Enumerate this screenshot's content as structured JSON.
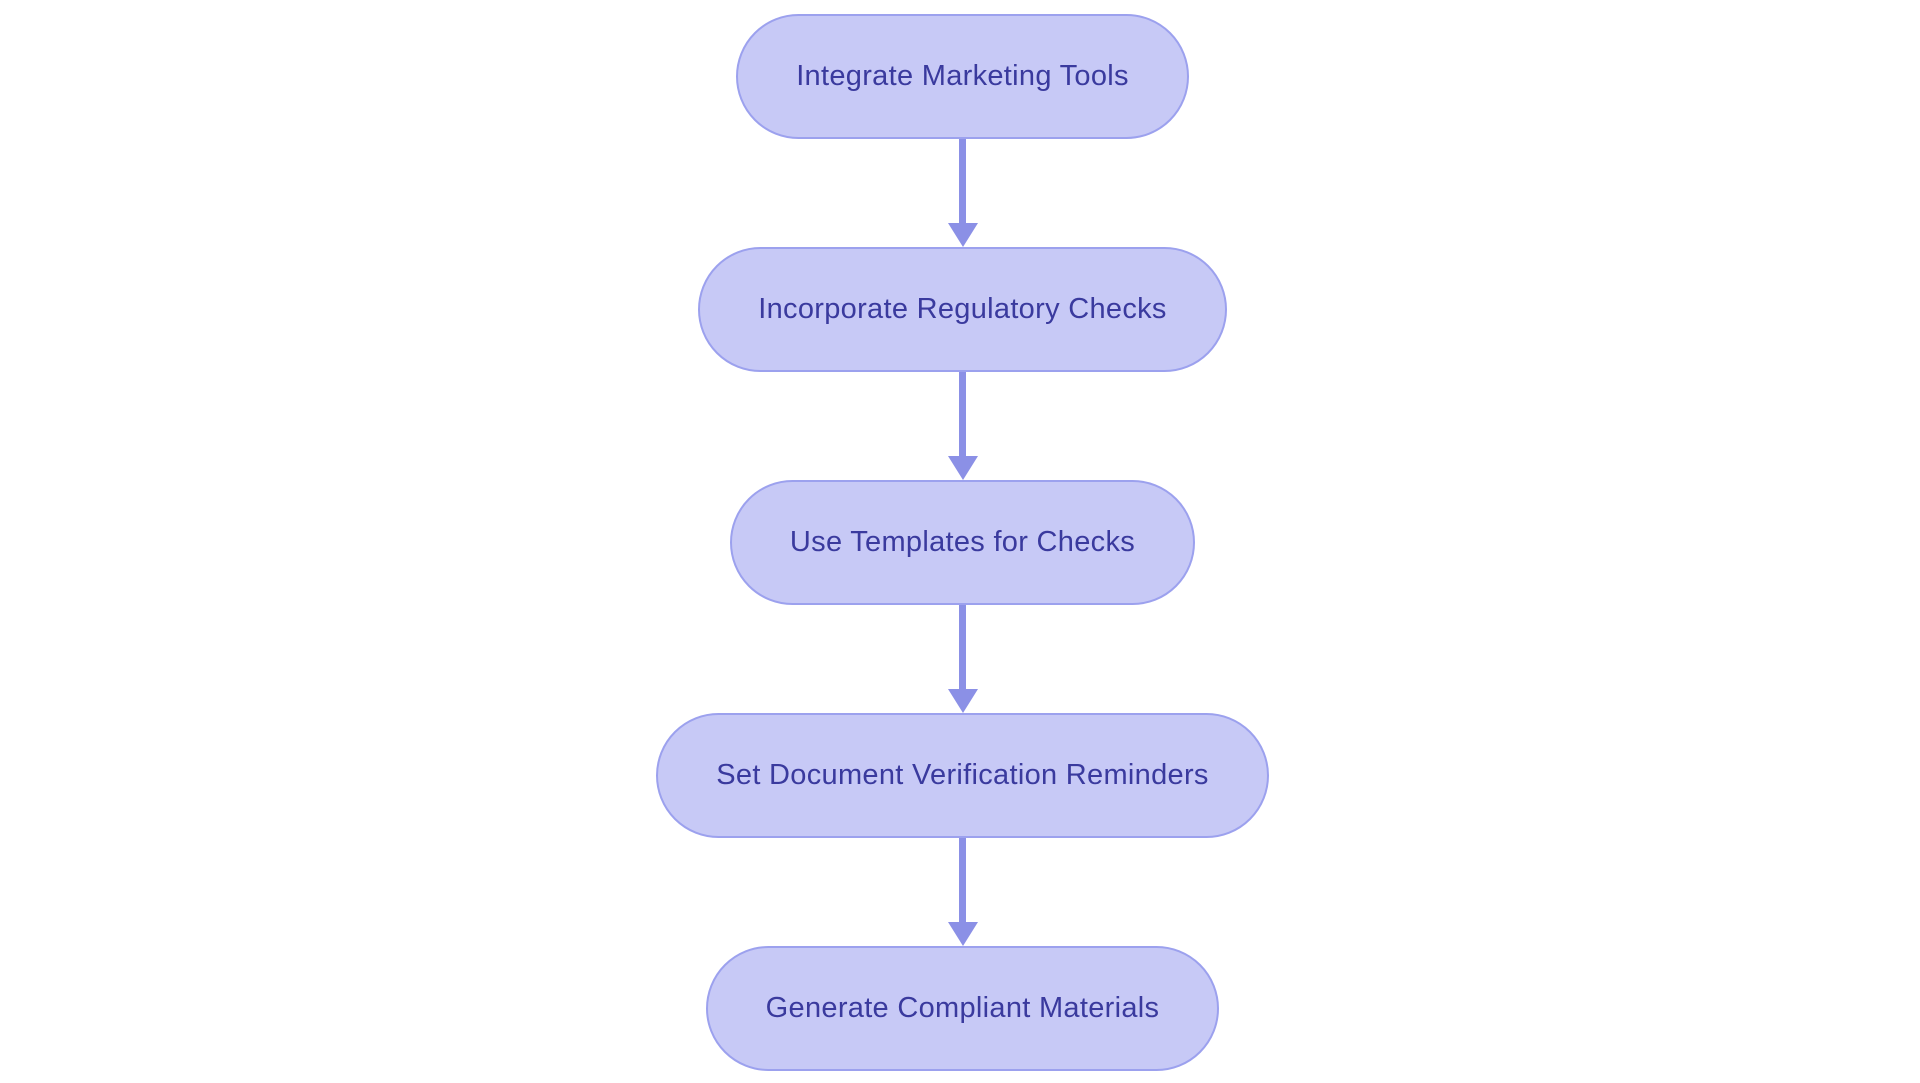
{
  "flowchart": {
    "type": "vertical-process-flow",
    "nodes": [
      {
        "label": "Integrate Marketing Tools"
      },
      {
        "label": "Incorporate Regulatory Checks"
      },
      {
        "label": "Use Templates for Checks"
      },
      {
        "label": "Set Document Verification Reminders"
      },
      {
        "label": "Generate Compliant Materials"
      }
    ],
    "edges": [
      {
        "from": 0,
        "to": 1
      },
      {
        "from": 1,
        "to": 2
      },
      {
        "from": 2,
        "to": 3
      },
      {
        "from": 3,
        "to": 4
      }
    ],
    "colors": {
      "background": "#ffffff",
      "node_fill": "#c7c9f6",
      "node_border": "#9ca1ee",
      "node_text": "#3a3a9e",
      "arrow": "#8b90e6"
    }
  }
}
